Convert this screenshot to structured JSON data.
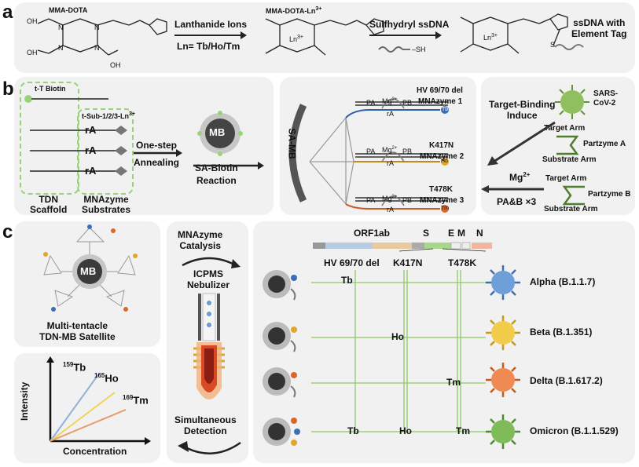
{
  "panel_a": {
    "label": "a",
    "mol1": "MMA-DOTA",
    "mol2": "MMA-DOTA-Ln",
    "mol2_sup": "3+",
    "ln_center": "Ln",
    "ln_center_sup": "3+",
    "arrow1_top": "Lanthanide Ions",
    "arrow1_bottom": "Ln= Tb/Ho/Tm",
    "arrow2_top": "Sulfhydryl ssDNA",
    "sh": "SH",
    "product": "ssDNA with Element Tag",
    "product_line1": "ssDNA with",
    "product_line2": "Element Tag"
  },
  "panel_b": {
    "label": "b",
    "t_biotin": "t-T Biotin",
    "t_sub": "t-Sub-1/2/3-Ln",
    "t_sub_sup": "3+",
    "ra": "rA",
    "tdn_line1": "TDN",
    "tdn_line2": "Scaffold",
    "mna_line1": "MNAzyme",
    "mna_line2": "Substrates",
    "step1_line1": "One-step",
    "step1_line2": "Annealing",
    "mb": "MB",
    "step2_line1": "SA-Biotin",
    "step2_line2": "Reaction",
    "sa_mb": "SA-MB",
    "mnazymes": [
      {
        "mutation": "HV 69/70 del",
        "name": "MNAzyme 1",
        "tag": "Tb"
      },
      {
        "mutation": "K417N",
        "name": "MNAzyme 2",
        "tag": "Ho"
      },
      {
        "mutation": "T478K",
        "name": "MNAzyme 3",
        "tag": "Tm"
      }
    ],
    "pa": "PA",
    "pb": "PB",
    "mg": "Mg",
    "mg_sup": "2+",
    "target_binding_line1": "Target-Binding",
    "target_binding_line2": "Induce",
    "virus_line1": "SARS-",
    "virus_line2": "CoV-2",
    "target_arm": "Target Arm",
    "substrate_arm": "Substrate Arm",
    "partzyme_a": "Partzyme A",
    "partzyme_b": "Partzyme B",
    "mg_label": "Mg",
    "pa_pb_x3": "PA&B ×3"
  },
  "panel_c": {
    "label": "c",
    "mb": "MB",
    "satellite_line1": "Multi-tentacle",
    "satellite_line2": "TDN-MB Satellite",
    "catalysis_line1": "MNAzyme",
    "catalysis_line2": "Catalysis",
    "icpms_line1": "ICPMS",
    "icpms_line2": "Nebulizer",
    "detection_line1": "Simultaneous",
    "detection_line2": "Detection",
    "genome": [
      "ORF1ab",
      "S",
      "E",
      "M",
      "N"
    ],
    "mutations": [
      "HV 69/70 del",
      "K417N",
      "T478K"
    ],
    "variants": [
      {
        "name": "Alpha (B.1.1.7)",
        "tags": [
          "Tb",
          "",
          ""
        ]
      },
      {
        "name": "Beta (B.1.351)",
        "tags": [
          "",
          "Ho",
          ""
        ]
      },
      {
        "name": "Delta (B.1.617.2)",
        "tags": [
          "",
          "",
          "Tm"
        ]
      },
      {
        "name": "Omicron (B.1.1.529)",
        "tags": [
          "Tb",
          "Ho",
          "Tm"
        ]
      }
    ],
    "plot": {
      "ylabel": "Intensity",
      "xlabel": "Concentration",
      "lines": [
        {
          "mass": "159",
          "el": "Tb",
          "color": "#8fb0d8"
        },
        {
          "mass": "165",
          "el": "Ho",
          "color": "#efd35a"
        },
        {
          "mass": "169",
          "el": "Tm",
          "color": "#e79a6c"
        }
      ]
    }
  }
}
